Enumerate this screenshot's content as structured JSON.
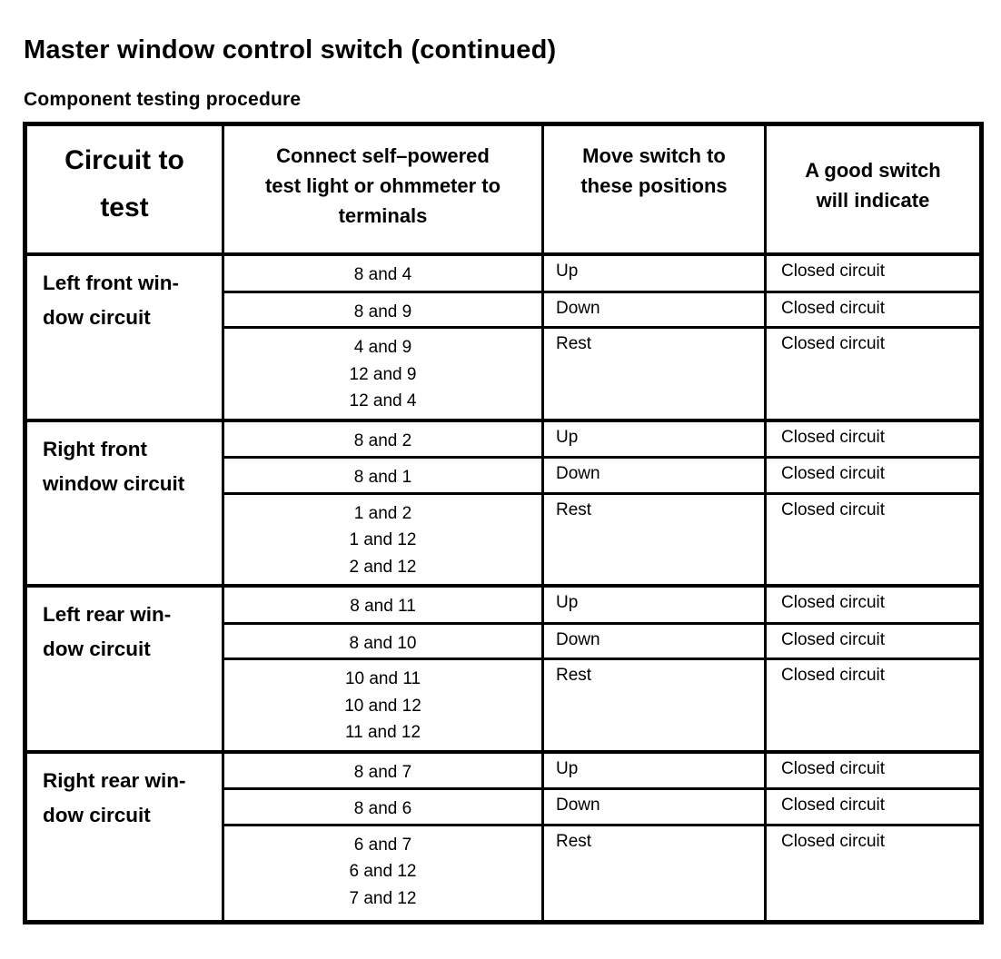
{
  "page": {
    "title": "Master window control switch (continued)",
    "subtitle": "Component testing procedure"
  },
  "table": {
    "headers": {
      "circuit": "Circuit to\ntest",
      "terminals": "Connect self–powered\ntest light or ohmmeter to\nterminals",
      "positions": "Move switch to\nthese positions",
      "indication": "A good switch\nwill indicate"
    },
    "groups": [
      {
        "circuit": "Left front win-\ndow circuit",
        "rows": [
          {
            "terminals": "8 and 4",
            "position": "Up",
            "indication": "Closed circuit"
          },
          {
            "terminals": "8 and 9",
            "position": "Down",
            "indication": "Closed circuit"
          },
          {
            "terminals": "4 and 9\n12 and 9\n12 and 4",
            "position": "Rest",
            "indication": "Closed circuit"
          }
        ]
      },
      {
        "circuit": "Right front\nwindow circuit",
        "rows": [
          {
            "terminals": "8 and 2",
            "position": "Up",
            "indication": "Closed circuit"
          },
          {
            "terminals": "8 and 1",
            "position": "Down",
            "indication": "Closed circuit"
          },
          {
            "terminals": "1 and 2\n1 and 12\n2 and 12",
            "position": "Rest",
            "indication": "Closed circuit"
          }
        ]
      },
      {
        "circuit": "Left rear win-\ndow circuit",
        "rows": [
          {
            "terminals": "8 and 11",
            "position": "Up",
            "indication": "Closed circuit"
          },
          {
            "terminals": "8 and 10",
            "position": "Down",
            "indication": "Closed circuit"
          },
          {
            "terminals": "10 and 11\n10 and 12\n11 and 12",
            "position": "Rest",
            "indication": "Closed circuit"
          }
        ]
      },
      {
        "circuit": "Right rear win-\ndow circuit",
        "rows": [
          {
            "terminals": "8 and 7",
            "position": "Up",
            "indication": "Closed circuit"
          },
          {
            "terminals": "8 and 6",
            "position": "Down",
            "indication": "Closed circuit"
          },
          {
            "terminals": "6 and 7\n6 and 12\n7 and 12",
            "position": "Rest",
            "indication": "Closed circuit"
          }
        ]
      }
    ]
  }
}
